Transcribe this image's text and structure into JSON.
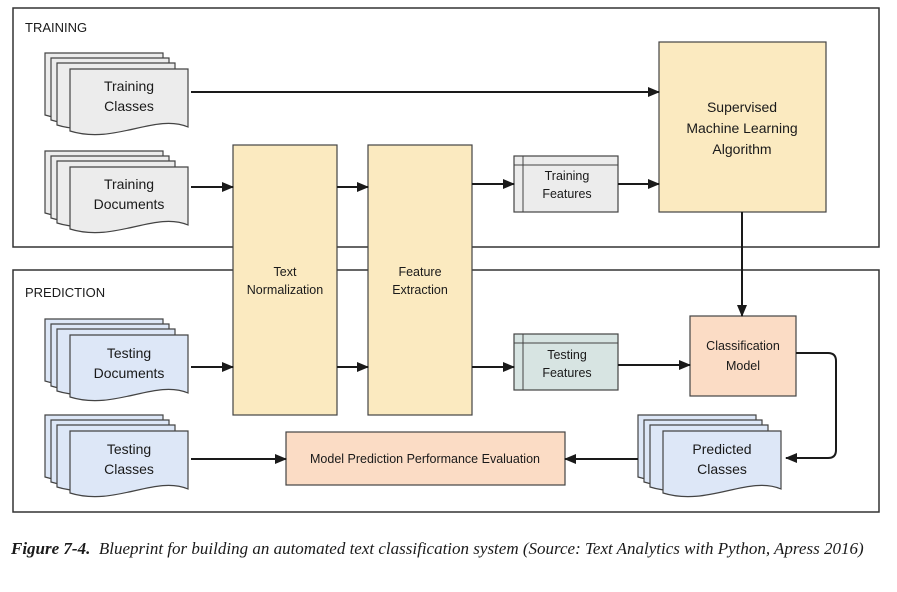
{
  "sections": {
    "training": "TRAINING",
    "prediction": "PREDICTION"
  },
  "nodes": {
    "training_classes": [
      "Training",
      "Classes"
    ],
    "training_documents": [
      "Training",
      "Documents"
    ],
    "testing_documents": [
      "Testing",
      "Documents"
    ],
    "testing_classes": [
      "Testing",
      "Classes"
    ],
    "predicted_classes": [
      "Predicted",
      "Classes"
    ],
    "text_normalization": [
      "Text",
      "Normalization"
    ],
    "feature_extraction": [
      "Feature",
      "Extraction"
    ],
    "training_features": [
      "Training",
      "Features"
    ],
    "testing_features": [
      "Testing",
      "Features"
    ],
    "supervised_ml": [
      "Supervised",
      "Machine Learning",
      "Algorithm"
    ],
    "classification_model": [
      "Classification",
      "Model"
    ],
    "evaluation": "Model Prediction Performance Evaluation"
  },
  "caption": {
    "label": "Figure 7-4.",
    "text": "Blueprint for building an automated text classification system (Source: Text Analytics with Python, Apress 2016)"
  },
  "colors": {
    "gray_doc": "#ececec",
    "blue_doc": "#dde7f7",
    "yellow_box": "#fbeac0",
    "peach_box": "#fbdcc5",
    "teal_feature": "#d7e4e2",
    "gray_feature": "#ececec",
    "line": "#1a1a1a"
  }
}
